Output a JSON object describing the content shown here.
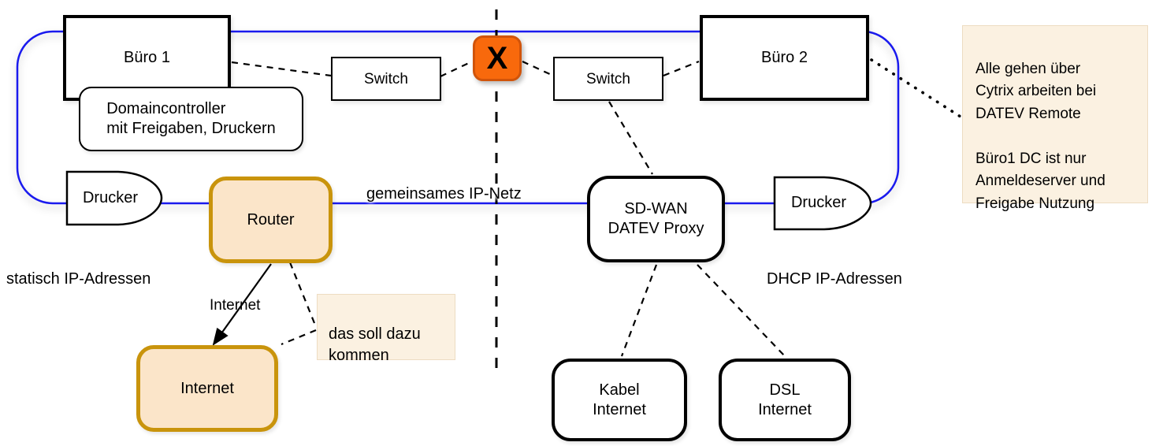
{
  "colors": {
    "line_blue": "#1a1aee",
    "x_fill": "#f8690c",
    "x_border": "#d1540a",
    "gold_border": "#c9940c",
    "peach_fill": "#fbe5c9",
    "note_fill": "#fbf1e1",
    "note_border": "#eddcc2",
    "ink": "#000000"
  },
  "nodes": {
    "buero1": "Büro 1",
    "domaincontroller": "Domaincontroller\nmit Freigaben, Druckern",
    "switch_left": "Switch",
    "x_marker": "X",
    "switch_right": "Switch",
    "buero2": "Büro 2",
    "drucker_left": "Drucker",
    "router": "Router",
    "sdwan": "SD-WAN\nDATEV Proxy",
    "drucker_right": "Drucker",
    "internet": "Internet",
    "kabel_internet": "Kabel\nInternet",
    "dsl_internet": "DSL\nInternet"
  },
  "labels": {
    "shared_network": "gemeinsames IP-Netz",
    "static_ip": "statisch IP-Adressen",
    "dhcp_ip": "DHCP IP-Adressen",
    "internet_arrow": "Internet"
  },
  "notes": {
    "citrix": "Alle gehen über\nCytrix arbeiten bei\nDATEV Remote\n\nBüro1 DC ist nur\nAnmeldeserver und\nFreigabe Nutzung",
    "addition": "das soll dazu\nkommen"
  }
}
